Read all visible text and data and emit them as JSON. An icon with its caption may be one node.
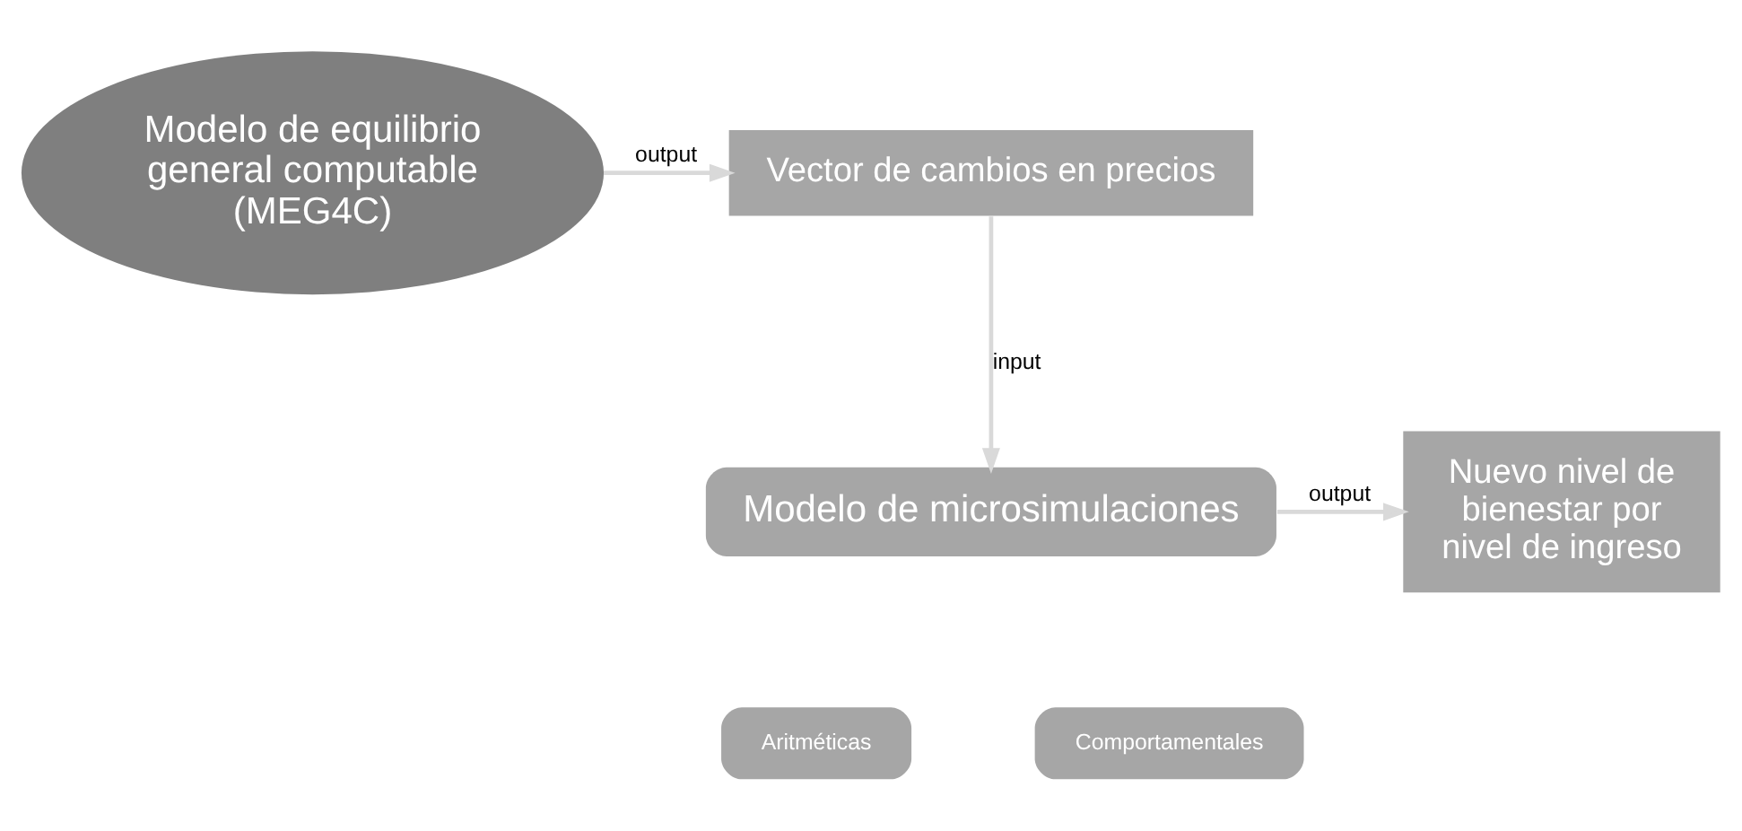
{
  "diagram": {
    "nodes": [
      {
        "text": [
          "Modelo de equilibrio general computable (MEG4C)"
        ]
      },
      {
        "text": [
          "Vector de cambios en precios"
        ]
      },
      {
        "text": [
          "Modelo de microsimulaciones"
        ]
      },
      {
        "text": [
          "Aritméticas"
        ]
      },
      {
        "text": [
          "Comportamentales"
        ]
      },
      {
        "text": [
          "Nuevo nivel de bienestar por nivel de ingreso"
        ]
      }
    ],
    "edges": [
      {
        "from": 0,
        "to": 1,
        "arrow": "to",
        "label": "output"
      },
      {
        "from": 1,
        "to": 2,
        "arrow": "to",
        "label": "input"
      },
      {
        "from": 2,
        "to": 5,
        "arrow": "to",
        "label": "output"
      }
    ]
  }
}
